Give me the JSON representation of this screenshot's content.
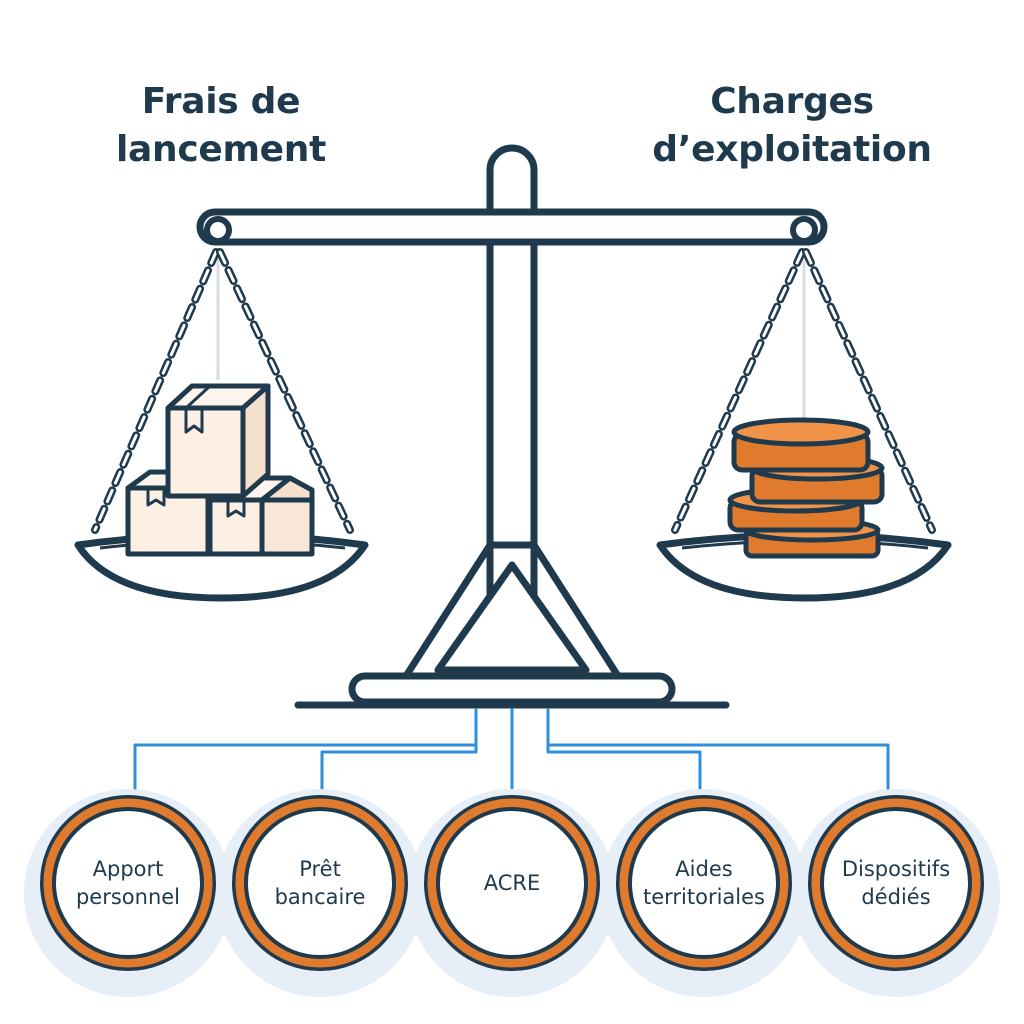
{
  "scale": {
    "left_title": [
      "Frais de",
      "lancement"
    ],
    "right_title": [
      "Charges",
      "d’exploitation"
    ]
  },
  "funding_sources": [
    {
      "lines": [
        "Apport",
        "personnel"
      ]
    },
    {
      "lines": [
        "Prêt",
        "bancaire"
      ]
    },
    {
      "lines": [
        "ACRE"
      ]
    },
    {
      "lines": [
        "Aides",
        "territoriales"
      ]
    },
    {
      "lines": [
        "Dispositifs",
        "dédiés"
      ]
    }
  ],
  "colors": {
    "ink": "#1f3a4d",
    "accent_orange": "#e07b2e",
    "connector_blue": "#2f8fd8",
    "box_fill": "#fcefe4",
    "halo": "#e6eef7"
  }
}
